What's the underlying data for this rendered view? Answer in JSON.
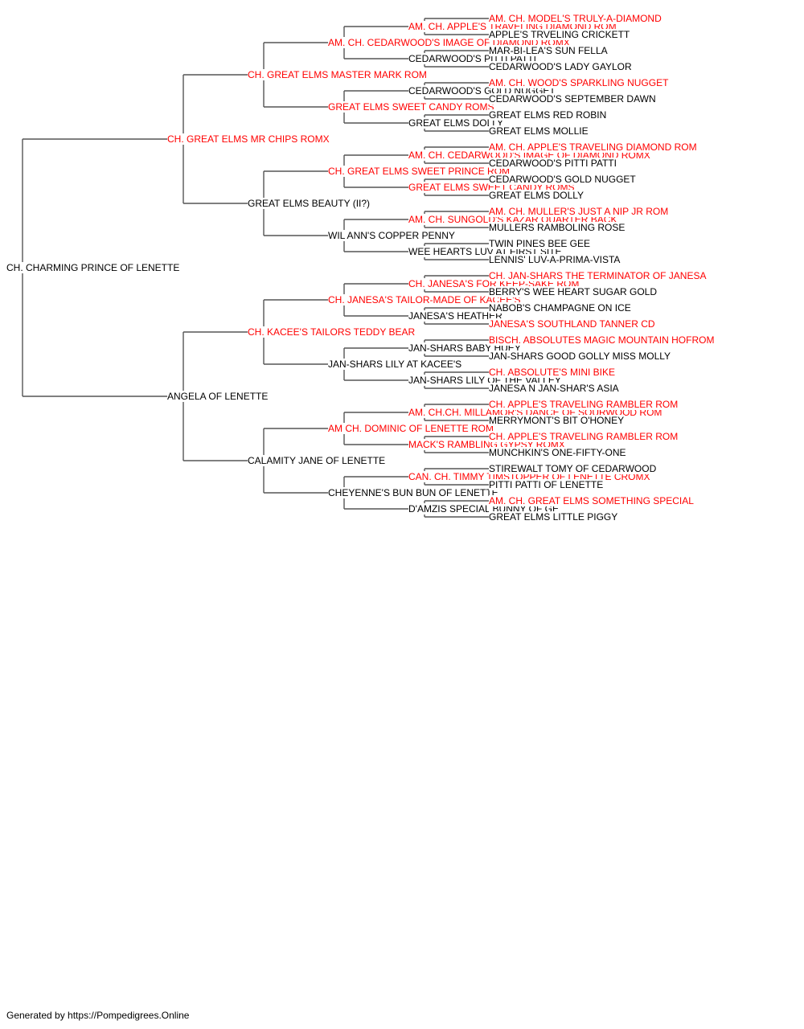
{
  "colors": {
    "champion": "#ff0000",
    "normal": "#000000",
    "line": "#555555"
  },
  "pedigree": {
    "name": "CH. CHARMING PRINCE OF LENETTE",
    "champion": false,
    "sire": {
      "name": "CH. GREAT ELMS MR CHIPS ROMX",
      "champion": true,
      "sire": {
        "name": "CH. GREAT ELMS MASTER MARK ROM",
        "champion": true,
        "sire": {
          "name": "AM. CH. CEDARWOOD'S IMAGE OF DIAMOND ROMX",
          "champion": true,
          "sire": {
            "name": "AM. CH. APPLE'S TRAVELING DIAMOND ROM",
            "champion": true,
            "sire": {
              "name": "AM. CH. MODEL'S TRULY-A-DIAMOND",
              "champion": true
            },
            "dam": {
              "name": "APPLE'S TRVELING CRICKETT",
              "champion": false
            }
          },
          "dam": {
            "name": "CEDARWOOD'S PITTI PATTI",
            "champion": false,
            "sire": {
              "name": "MAR-BI-LEA'S SUN FELLA",
              "champion": false
            },
            "dam": {
              "name": "CEDARWOOD'S LADY GAYLOR",
              "champion": false
            }
          }
        },
        "dam": {
          "name": "GREAT ELMS SWEET CANDY ROMS",
          "champion": true,
          "sire": {
            "name": "CEDARWOOD'S GOLD NUGGET",
            "champion": false,
            "sire": {
              "name": "AM. CH. WOOD'S SPARKLING NUGGET",
              "champion": true
            },
            "dam": {
              "name": "CEDARWOOD'S SEPTEMBER DAWN",
              "champion": false
            }
          },
          "dam": {
            "name": "GREAT ELMS DOLLY",
            "champion": false,
            "sire": {
              "name": "GREAT ELMS RED ROBIN",
              "champion": false
            },
            "dam": {
              "name": "GREAT ELMS MOLLIE",
              "champion": false
            }
          }
        }
      },
      "dam": {
        "name": "GREAT ELMS BEAUTY (II?)",
        "champion": false,
        "sire": {
          "name": "CH. GREAT ELMS SWEET PRINCE ROM",
          "champion": true,
          "sire": {
            "name": "AM. CH. CEDARWOOD'S IMAGE OF DIAMOND ROMX",
            "champion": true,
            "sire": {
              "name": "AM. CH. APPLE'S TRAVELING DIAMOND ROM",
              "champion": true
            },
            "dam": {
              "name": "CEDARWOOD'S PITTI PATTI",
              "champion": false
            }
          },
          "dam": {
            "name": "GREAT ELMS SWEET CANDY ROMS",
            "champion": true,
            "sire": {
              "name": "CEDARWOOD'S GOLD NUGGET",
              "champion": false
            },
            "dam": {
              "name": "GREAT ELMS DOLLY",
              "champion": false
            }
          }
        },
        "dam": {
          "name": "WIL ANN'S COPPER PENNY",
          "champion": false,
          "sire": {
            "name": "AM. CH. SUNGOLD'S KAZAR QUARTER BACK",
            "champion": true,
            "sire": {
              "name": "AM. CH. MULLER'S JUST A NIP JR ROM",
              "champion": true
            },
            "dam": {
              "name": "MULLERS RAMBOLING ROSE",
              "champion": false
            }
          },
          "dam": {
            "name": "WEE HEARTS LUV AT FIRST SITE",
            "champion": false,
            "sire": {
              "name": "TWIN PINES BEE GEE",
              "champion": false
            },
            "dam": {
              "name": "LENNIS' LUV-A-PRIMA-VISTA",
              "champion": false
            }
          }
        }
      }
    },
    "dam": {
      "name": "ANGELA OF LENETTE",
      "champion": false,
      "sire": {
        "name": "CH. KACEE'S TAILORS TEDDY BEAR",
        "champion": true,
        "sire": {
          "name": "CH. JANESA'S TAILOR-MADE OF KACEE'S",
          "champion": true,
          "sire": {
            "name": "CH. JANESA'S FOR KEEP-SAKE ROM",
            "champion": true,
            "sire": {
              "name": "CH. JAN-SHARS THE TERMINATOR OF JANESA",
              "champion": true
            },
            "dam": {
              "name": "BERRY'S WEE HEART SUGAR GOLD",
              "champion": false
            }
          },
          "dam": {
            "name": "JANESA'S HEATHER",
            "champion": false,
            "sire": {
              "name": "NABOB'S CHAMPAGNE ON ICE",
              "champion": false
            },
            "dam": {
              "name": "JANESA'S SOUTHLAND TANNER CD",
              "champion": true
            }
          }
        },
        "dam": {
          "name": "JAN-SHARS LILY AT KACEE'S",
          "champion": false,
          "sire": {
            "name": "JAN-SHARS BABY HUEY",
            "champion": false,
            "sire": {
              "name": "BISCH. ABSOLUTES MAGIC MOUNTAIN HOFROM",
              "champion": true
            },
            "dam": {
              "name": "JAN-SHARS GOOD GOLLY MISS MOLLY",
              "champion": false
            }
          },
          "dam": {
            "name": "JAN-SHARS LILY OF THE VALLEY",
            "champion": false,
            "sire": {
              "name": "CH. ABSOLUTE'S MINI BIKE",
              "champion": true
            },
            "dam": {
              "name": "JANESA N JAN-SHAR'S ASIA",
              "champion": false
            }
          }
        }
      },
      "dam": {
        "name": "CALAMITY JANE OF LENETTE",
        "champion": false,
        "sire": {
          "name": "AM CH. DOMINIC OF LENETTE ROM",
          "champion": true,
          "sire": {
            "name": "AM. CH.CH. MILLAMOR'S DANCE OF SOURWOOD ROM",
            "champion": true,
            "sire": {
              "name": "CH. APPLE'S TRAVELING RAMBLER ROM",
              "champion": true
            },
            "dam": {
              "name": "MERRYMONT'S BIT O'HONEY",
              "champion": false
            }
          },
          "dam": {
            "name": "MACK'S RAMBLING GYPSY ROMX",
            "champion": true,
            "sire": {
              "name": "CH. APPLE'S TRAVELING RAMBLER ROM",
              "champion": true
            },
            "dam": {
              "name": "MUNCHKIN'S ONE-FIFTY-ONE",
              "champion": false
            }
          }
        },
        "dam": {
          "name": "CHEYENNE'S BUN BUN OF LENETTE",
          "champion": false,
          "sire": {
            "name": "CAN. CH. TIMMY TIMSTOPPER OF LENETTE CROMX",
            "champion": true,
            "sire": {
              "name": "STIREWALT TOMY OF CEDARWOOD",
              "champion": false
            },
            "dam": {
              "name": "PITTI PATTI OF LENETTE",
              "champion": false
            }
          },
          "dam": {
            "name": "D'AMZIS SPECIAL BUNNY OF GE",
            "champion": false,
            "sire": {
              "name": "AM. CH. GREAT ELMS SOMETHING SPECIAL",
              "champion": true
            },
            "dam": {
              "name": "GREAT ELMS LITTLE PIGGY",
              "champion": false
            }
          }
        }
      }
    }
  },
  "footer": {
    "text": "Generated by https://Pompedigrees.Online"
  }
}
